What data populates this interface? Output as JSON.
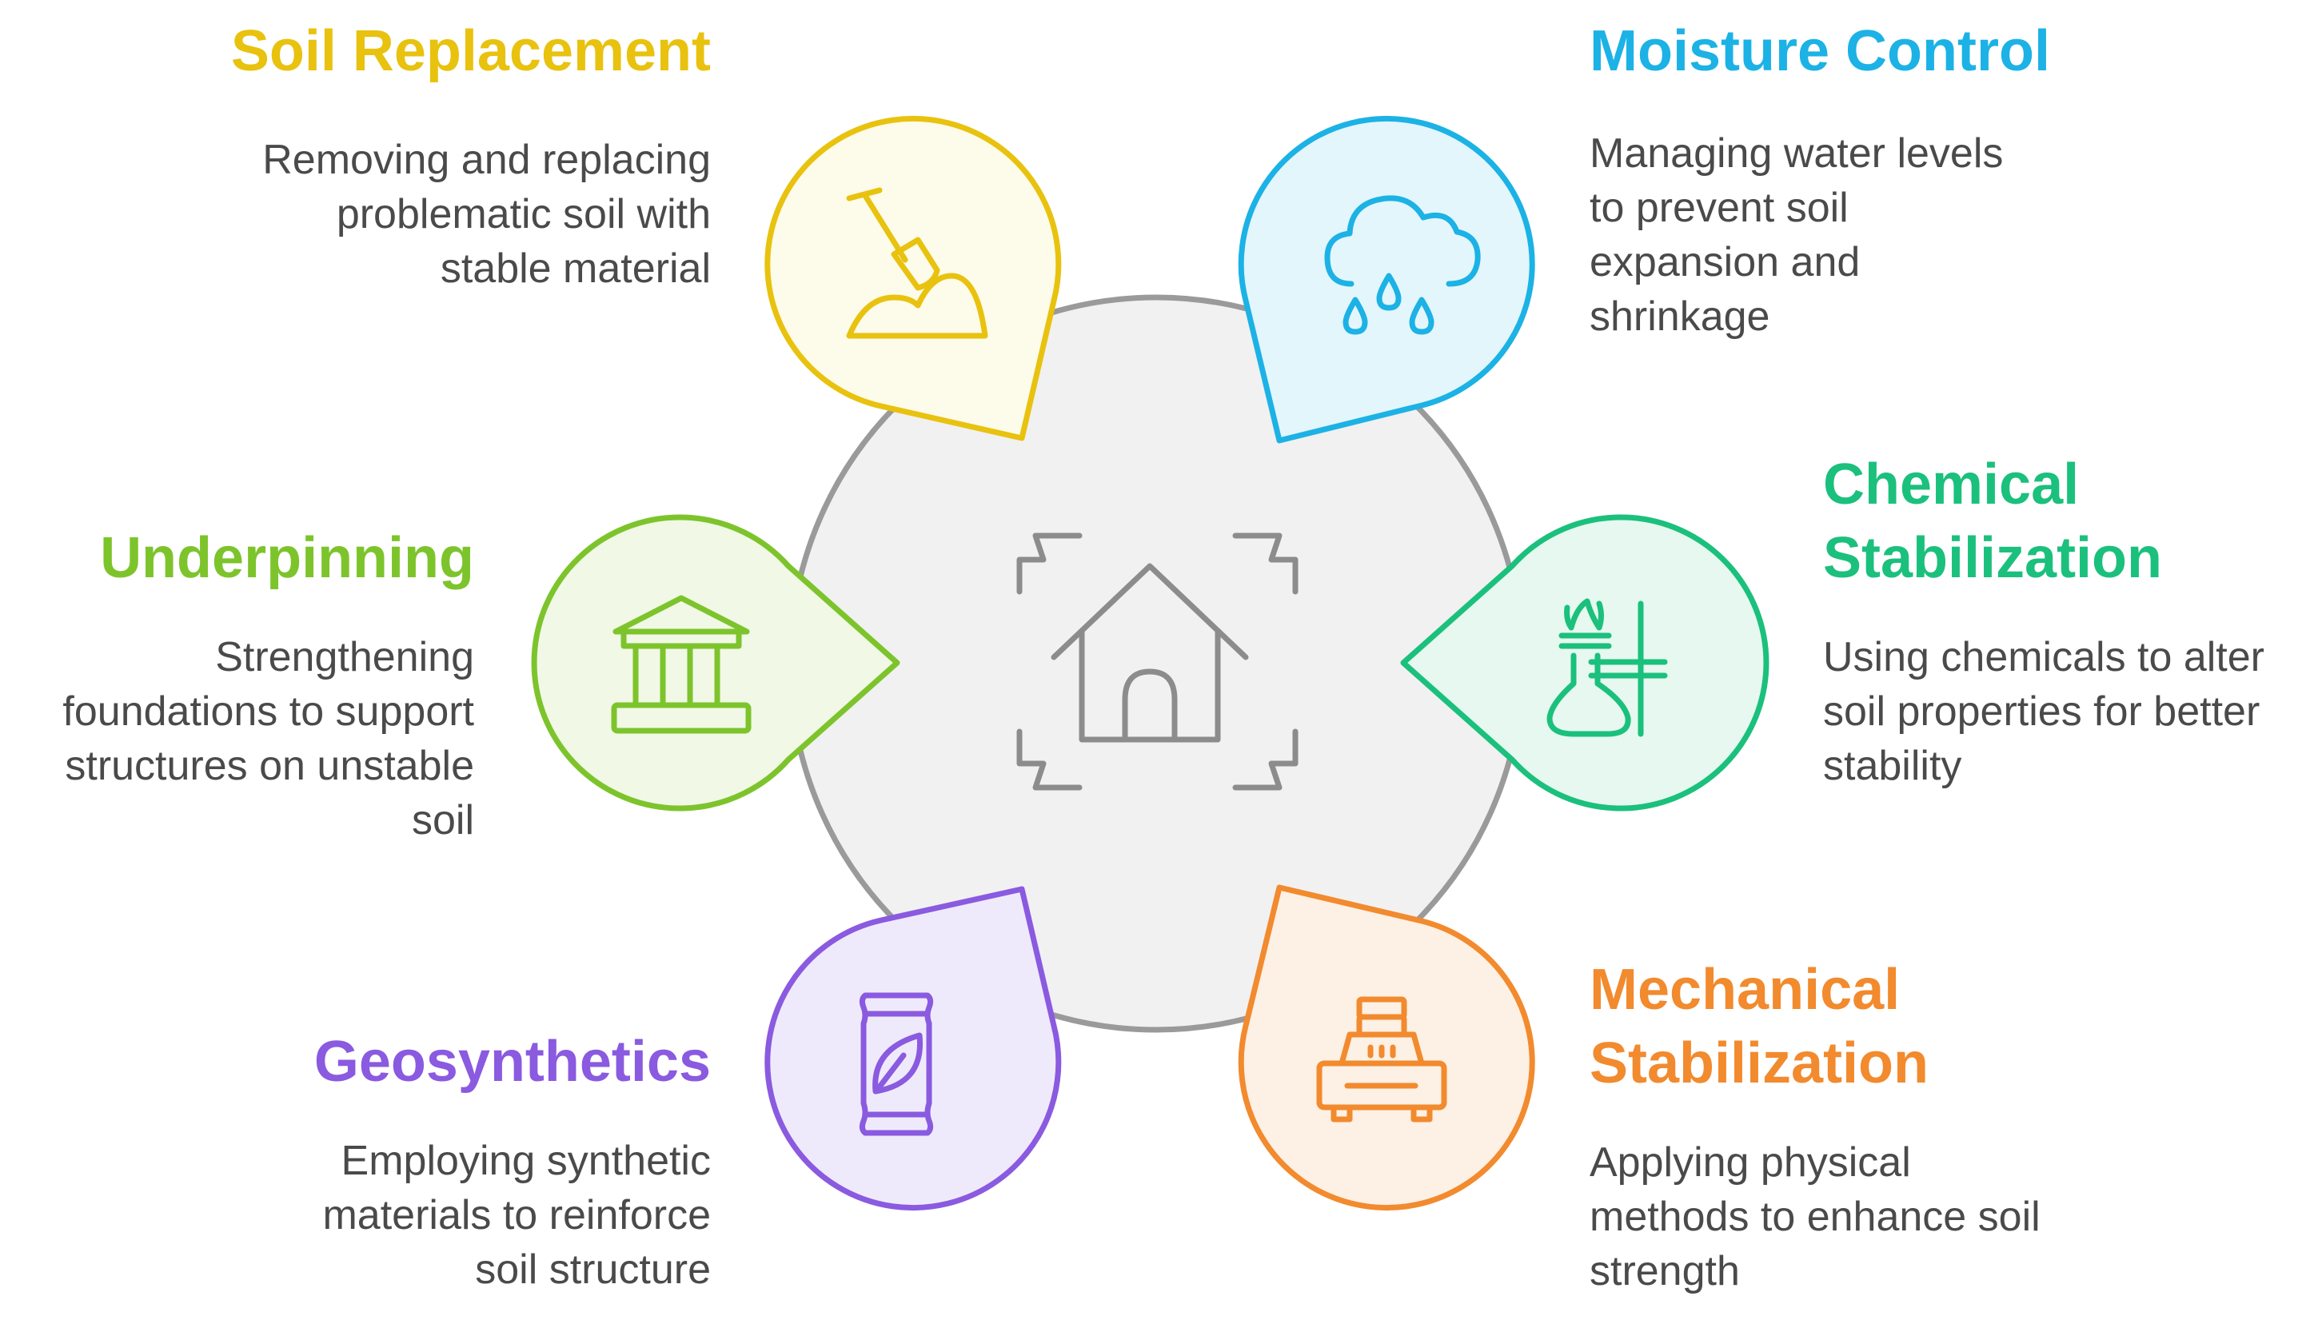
{
  "center": {
    "icon": "house-frame-icon",
    "fill": "#f1f1f1",
    "stroke": "#9a9a9a"
  },
  "items": [
    {
      "key": "soil-replacement",
      "title": "Soil Replacement",
      "desc": [
        "Removing and replacing",
        "problematic soil with",
        "stable material"
      ],
      "color": "#e8c20e",
      "fill": "#fdfbe9",
      "icon": "shovel-soil-icon"
    },
    {
      "key": "moisture-control",
      "title": "Moisture Control",
      "desc": [
        "Managing water levels",
        "to prevent soil",
        "expansion and",
        "shrinkage"
      ],
      "color": "#1cb2e5",
      "fill": "#e3f6fc",
      "icon": "rain-cloud-icon"
    },
    {
      "key": "chemical-stabilization",
      "title": [
        "Chemical",
        "Stabilization"
      ],
      "desc": [
        "Using chemicals to alter",
        "soil properties for better",
        "stability"
      ],
      "color": "#1bc07d",
      "fill": "#e6f8ef",
      "icon": "chemistry-flask-icon"
    },
    {
      "key": "mechanical-stabilization",
      "title": [
        "Mechanical",
        "Stabilization"
      ],
      "desc": [
        "Applying physical",
        "methods to enhance soil",
        "strength"
      ],
      "color": "#f28a2e",
      "fill": "#fdf0e4",
      "icon": "compactor-machine-icon"
    },
    {
      "key": "geosynthetics",
      "title": "Geosynthetics",
      "desc": [
        "Employing synthetic",
        "materials to reinforce",
        "soil structure"
      ],
      "color": "#8a5ae0",
      "fill": "#efeafb",
      "icon": "leaf-bag-icon"
    },
    {
      "key": "underpinning",
      "title": "Underpinning",
      "desc": [
        "Strengthening",
        "foundations to support",
        "structures on unstable",
        "soil"
      ],
      "color": "#7dc42c",
      "fill": "#f1f8e6",
      "icon": "pillar-building-icon"
    }
  ]
}
